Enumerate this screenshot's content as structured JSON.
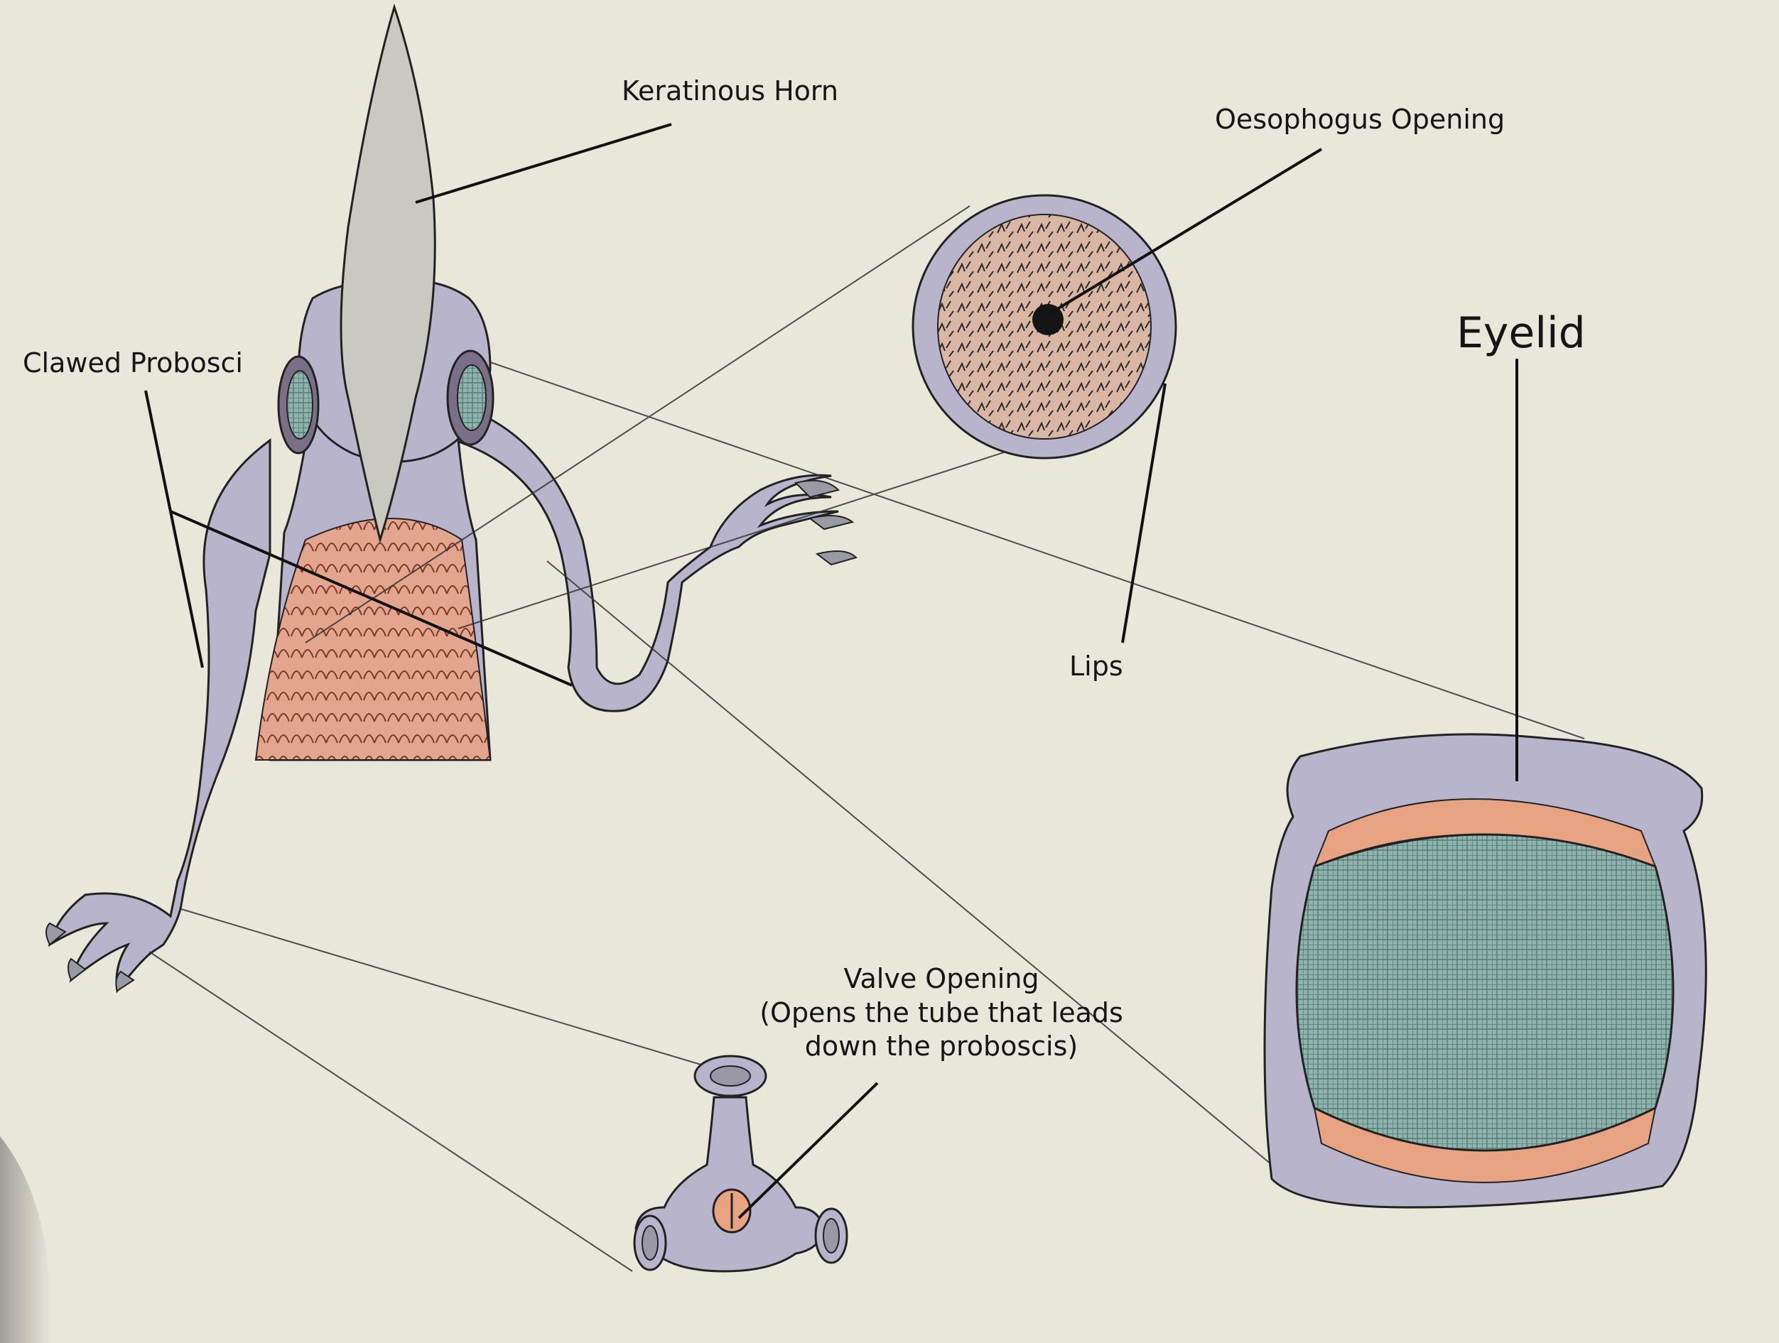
{
  "labels": {
    "keratinous_horn": "Keratinous Horn",
    "oesophogus_opening": "Oesophogus Opening",
    "clawed_proboscis": "Clawed Probosci",
    "eyelid": "Eyelid",
    "lips": "Lips",
    "valve_opening": {
      "line1": "Valve Opening",
      "line2": "(Opens the tube that leads",
      "line3": "down the proboscis)"
    }
  },
  "colors": {
    "paper": "#e9e6da",
    "ink": "#222222",
    "skin_lavender": "#b8b4cc",
    "horn_grey": "#c9c9bf",
    "eye_teal": "#7fa9a4",
    "eyelid_orange": "#e8a482",
    "chest_salmon": "#e3a58e",
    "mouth_fill": "#d9b7a4"
  }
}
